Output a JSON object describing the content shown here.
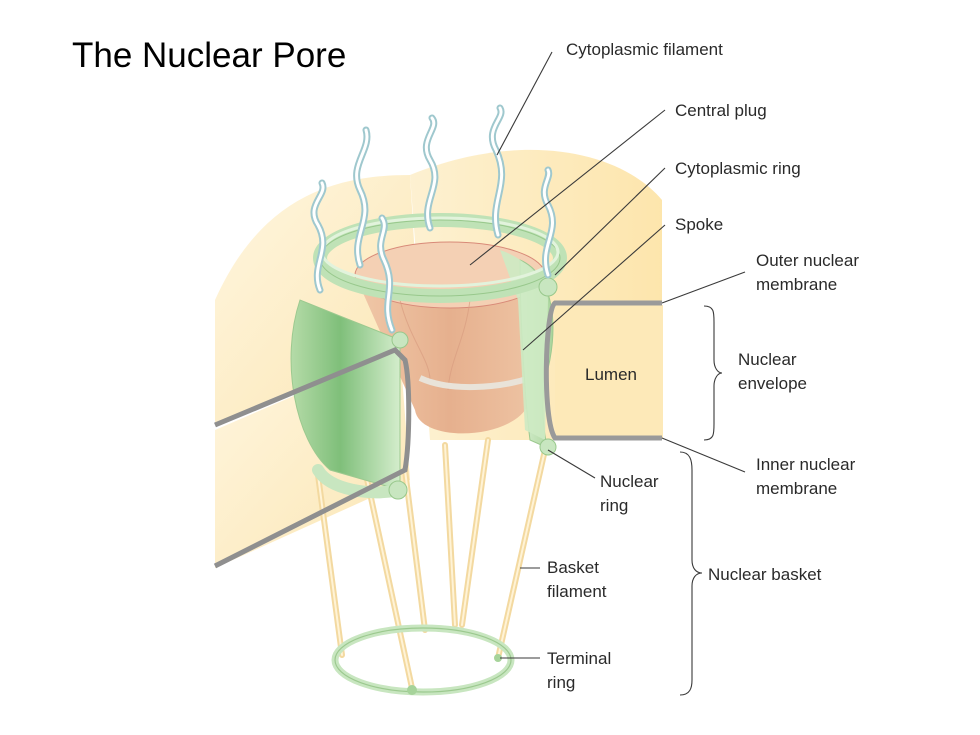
{
  "title": "The Nuclear Pore",
  "labels": {
    "cytoplasmic_filament": "Cytoplasmic filament",
    "central_plug": "Central plug",
    "cytoplasmic_ring": "Cytoplasmic ring",
    "spoke": "Spoke",
    "outer_nuclear_membrane": [
      "Outer nuclear",
      "membrane"
    ],
    "lumen": "Lumen",
    "nuclear_envelope": [
      "Nuclear",
      "envelope"
    ],
    "inner_nuclear_membrane": [
      "Inner nuclear",
      "membrane"
    ],
    "nuclear_ring": [
      "Nuclear",
      "ring"
    ],
    "basket_filament": [
      "Basket",
      "filament"
    ],
    "nuclear_basket": "Nuclear basket",
    "terminal_ring": [
      "Terminal",
      "ring"
    ]
  },
  "colors": {
    "ring_green": "#c8e6c0",
    "plug_orange": "#e8b898",
    "envelope_yellow": "#fde9b8",
    "membrane_gray": "#9a9a9a",
    "filament_blue": "#9fc8ce"
  }
}
